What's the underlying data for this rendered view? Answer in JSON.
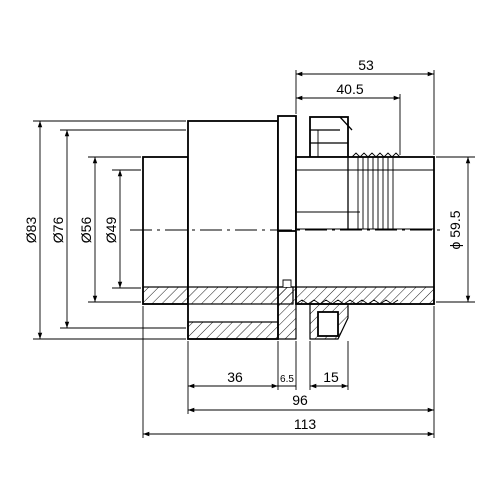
{
  "dimensions": {
    "overall_length": "113",
    "body_length": "96",
    "spigot_length": "36",
    "flange_thickness": "6.5",
    "nut_width": "15",
    "thread_span": "53",
    "nut_span": "40.5",
    "diameter_outer_large": "Ø83",
    "diameter_outer": "Ø76",
    "diameter_mid": "Ø56",
    "diameter_inner": "Ø49",
    "thread_diameter": "ϕ 59.5"
  }
}
